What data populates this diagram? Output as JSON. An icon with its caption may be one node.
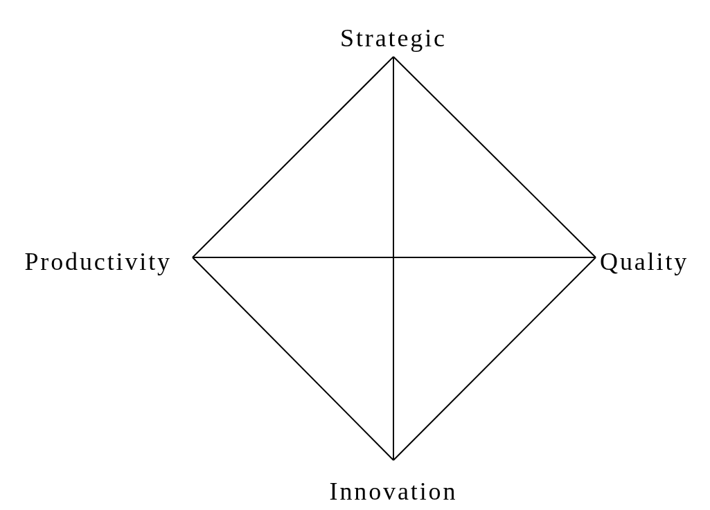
{
  "diagram": {
    "nodes": [
      {
        "text": [
          "Strategic"
        ]
      },
      {
        "text": [
          "Productivity"
        ]
      },
      {
        "text": [
          "Quality"
        ]
      },
      {
        "text": [
          "Innovation"
        ]
      }
    ],
    "edges": [
      {
        "from": 0,
        "to": 2,
        "arrow": "none"
      },
      {
        "from": 2,
        "to": 3,
        "arrow": "none"
      },
      {
        "from": 3,
        "to": 1,
        "arrow": "none"
      },
      {
        "from": 1,
        "to": 0,
        "arrow": "none"
      },
      {
        "from": 0,
        "to": 3,
        "arrow": "none"
      },
      {
        "from": 1,
        "to": 2,
        "arrow": "none"
      }
    ]
  }
}
